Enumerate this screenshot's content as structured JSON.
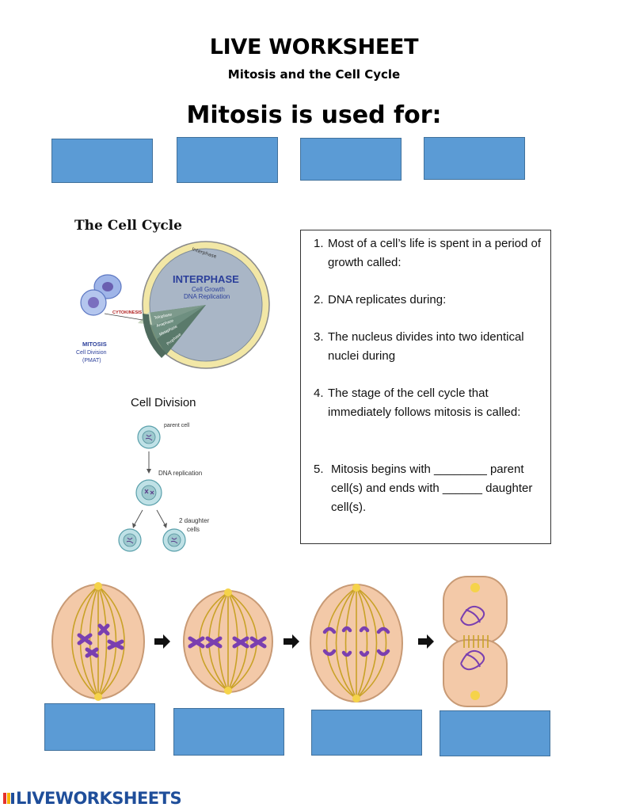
{
  "header": {
    "title": "LIVE WORKSHEET",
    "subtitle": "Mitosis and the Cell Cycle",
    "heading": "Mitosis is used for:"
  },
  "cell_cycle": {
    "title": "The Cell Cycle",
    "interphase_label": "INTERPHASE",
    "interphase_sub1": "Cell Growth",
    "interphase_sub2": "DNA Replication",
    "ring_label": "Interphase",
    "cytokinesis_label": "CYTOKINESIS",
    "phases": [
      "Telophase",
      "Anaphase",
      "Metaphase",
      "Prophase"
    ],
    "mitosis_label": "MITOSIS",
    "mitosis_sub1": "Cell Division",
    "mitosis_sub2": "(PMAT)"
  },
  "cell_division": {
    "title": "Cell Division",
    "parent_label": "parent cell",
    "replication_label": "DNA replication",
    "daughter_label_1": "2 daughter",
    "daughter_label_2": "cells"
  },
  "questions": [
    {
      "num": "1.",
      "text": "Most of a cell’s life is spent in a period of growth called:"
    },
    {
      "num": "2.",
      "text": "DNA replicates during:"
    },
    {
      "num": "3.",
      "text": "The nucleus divides into two identical nuclei during"
    },
    {
      "num": "4.",
      "text": "The stage of the cell cycle that immediately follows mitosis is called:"
    },
    {
      "num": "5.",
      "text": "Mitosis begins with ________ parent cell(s) and ends with ______ daughter cell(s)."
    }
  ],
  "footer": {
    "logo_text": "LIVEWORKSHEETS"
  },
  "colors": {
    "answer_box": "#5b9bd5",
    "answer_border": "#41719c",
    "chromosome": "#7a3fb0",
    "cell_fill": "#f3c9a8",
    "spindle": "#c9a227"
  }
}
